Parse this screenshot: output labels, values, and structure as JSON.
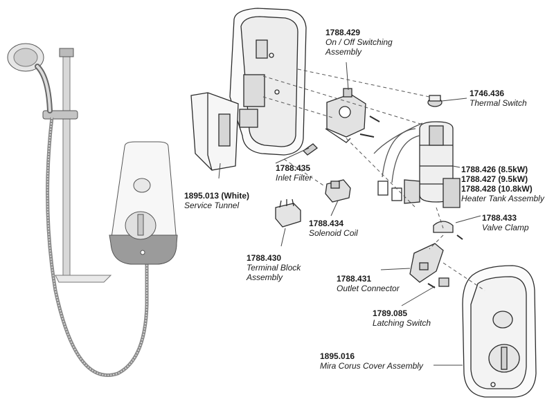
{
  "colors": {
    "line": "#2b2b2b",
    "chrome": "#9a9a9a",
    "panel": "#f2f2f2",
    "leader": "#444444"
  },
  "labels": {
    "switching": {
      "code": "1788.429",
      "name_1": "On / Off Switching",
      "name_2": "Assembly"
    },
    "thermal": {
      "code": "1746.436",
      "name_1": "Thermal Switch"
    },
    "tunnel": {
      "code": "1895.013 (White)",
      "name_1": "Service Tunnel"
    },
    "inlet": {
      "code": "1788.435",
      "name_1": "Inlet Filter"
    },
    "heater": {
      "code_1": "1788.426 (8.5kW)",
      "code_2": "1788.427 (9.5kW)",
      "code_3": "1788.428 (10.8kW)",
      "name_1": "Heater Tank Assembly"
    },
    "solenoid": {
      "code": "1788.434",
      "name_1": "Solenoid Coil"
    },
    "valveclamp": {
      "code": "1788.433",
      "name_1": "Valve Clamp"
    },
    "terminal": {
      "code": "1788.430",
      "name_1": "Terminal Block",
      "name_2": "Assembly"
    },
    "outlet": {
      "code": "1788.431",
      "name_1": "Outlet Connector"
    },
    "latching": {
      "code": "1789.085",
      "name_1": "Latching Switch"
    },
    "cover": {
      "code": "1895.016",
      "name_1": "Mira Corus Cover Assembly"
    }
  }
}
